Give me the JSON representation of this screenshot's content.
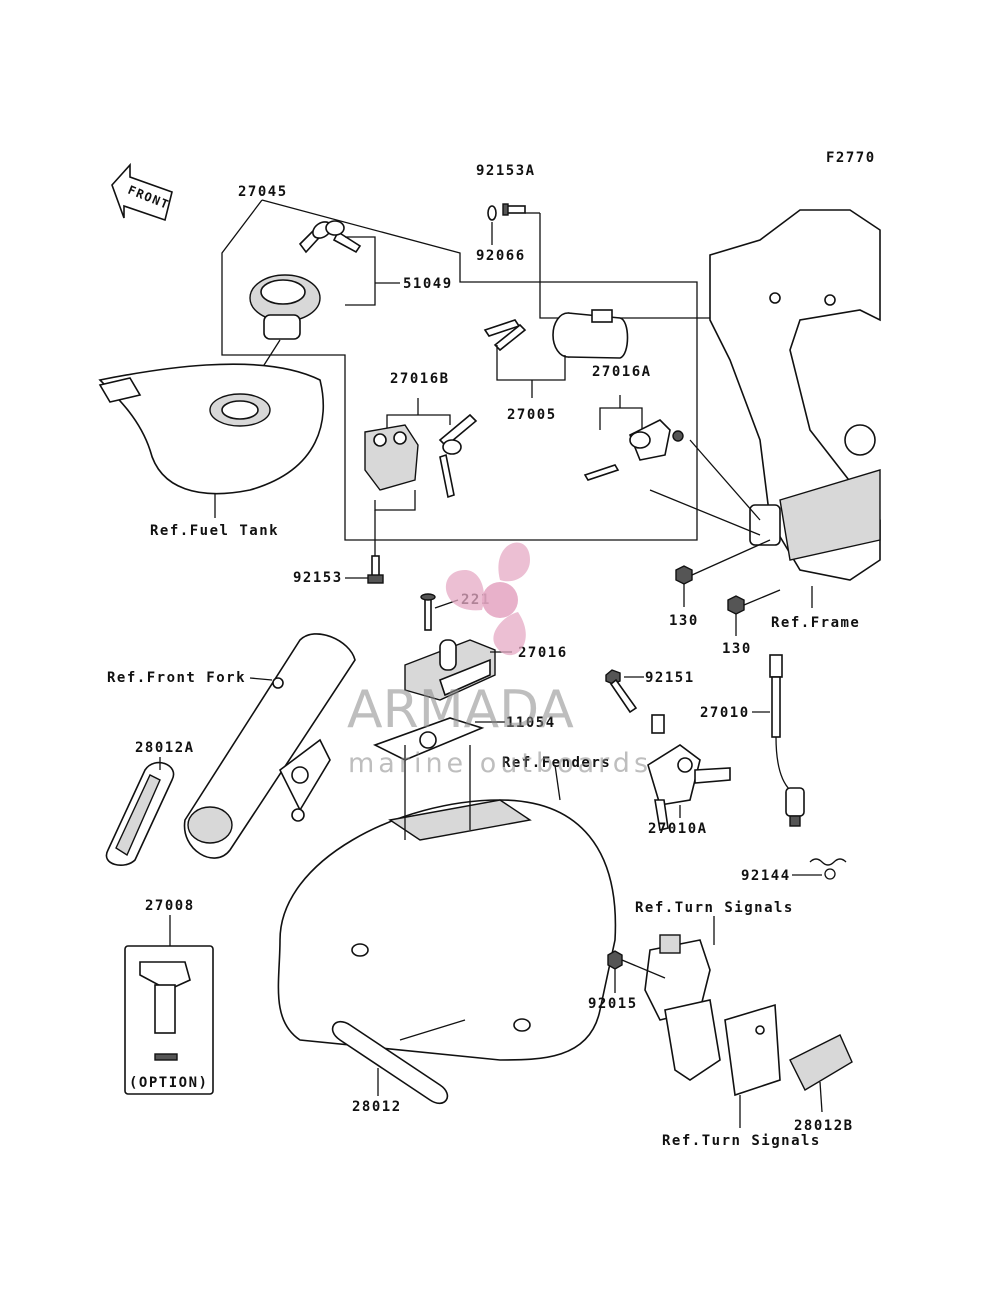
{
  "figure_code": "F2770",
  "front_arrow": "FRONT",
  "watermark": {
    "brand": "ARMADA",
    "tagline": "marine outboards",
    "accent_color": "#e6a9c4"
  },
  "labels": {
    "p92153A": "92153A",
    "p92066": "92066",
    "p27045": "27045",
    "p51049": "51049",
    "p27016B": "27016B",
    "p27005": "27005",
    "p27016A": "27016A",
    "ref_fuel_tank": "Ref.Fuel Tank",
    "p92153": "92153",
    "p221": "221",
    "p27016": "27016",
    "p130a": "130",
    "p130b": "130",
    "ref_frame": "Ref.Frame",
    "ref_front_fork": "Ref.Front Fork",
    "p92151": "92151",
    "p27010": "27010",
    "p11054": "11054",
    "p28012A": "28012A",
    "ref_fenders": "Ref.Fenders",
    "p27010A": "27010A",
    "p92144": "92144",
    "p27008": "27008",
    "ref_turn_signals_top": "Ref.Turn Signals",
    "p92015": "92015",
    "option": "(OPTION)",
    "p28012": "28012",
    "p28012B": "28012B",
    "ref_turn_signals_bottom": "Ref.Turn Signals"
  }
}
